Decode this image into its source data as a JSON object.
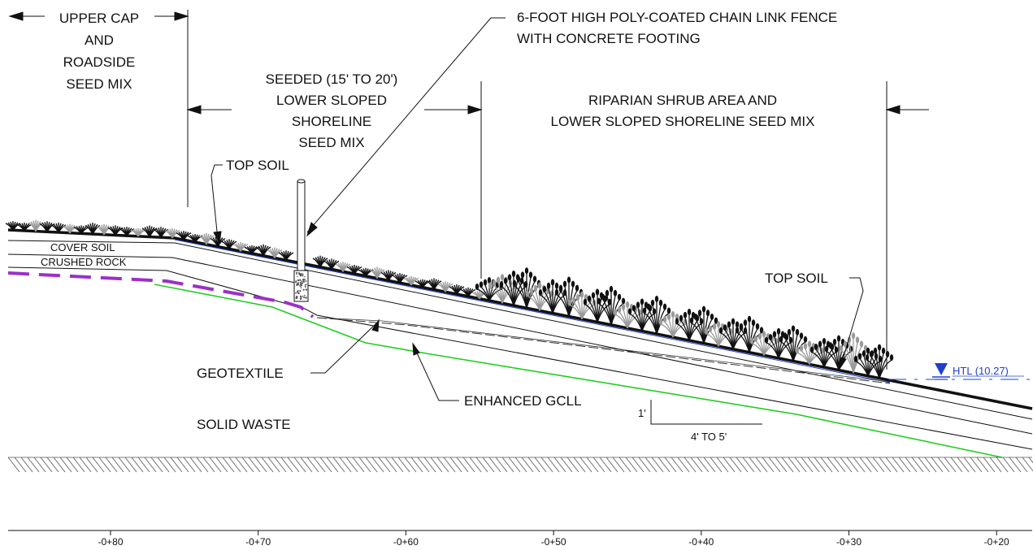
{
  "labels": {
    "upper_cap": [
      "UPPER CAP",
      "AND",
      "ROADSIDE",
      "SEED MIX"
    ],
    "seeded": [
      "SEEDED (15' TO 20')",
      "LOWER SLOPED",
      "SHORELINE",
      "SEED MIX"
    ],
    "fence": [
      "6-FOOT HIGH POLY-COATED CHAIN LINK FENCE",
      "WITH CONCRETE FOOTING"
    ],
    "riparian": [
      "RIPARIAN SHRUB AREA AND",
      "LOWER SLOPED SHORELINE SEED MIX"
    ],
    "top_soil_left": "TOP SOIL",
    "top_soil_right": "TOP SOIL",
    "cover_soil": "COVER SOIL",
    "crushed_rock": "CRUSHED ROCK",
    "geotextile": "GEOTEXTILE",
    "enhanced_gcll": "ENHANCED GCLL",
    "solid_waste": "SOLID WASTE",
    "slope_rise": "1'",
    "slope_run": "4' TO 5'",
    "htl": "HTL (10.27)"
  },
  "stations": [
    "-0+80",
    "-0+70",
    "-0+60",
    "-0+50",
    "-0+40",
    "-0+30",
    "-0+20"
  ],
  "colors": {
    "ink": "#111111",
    "liner": "#22cc22",
    "geomembrane": "#9b30c8",
    "water": "#1f3fd0",
    "vegetation_dark": "#111111",
    "vegetation_light": "#9a9a9a"
  }
}
